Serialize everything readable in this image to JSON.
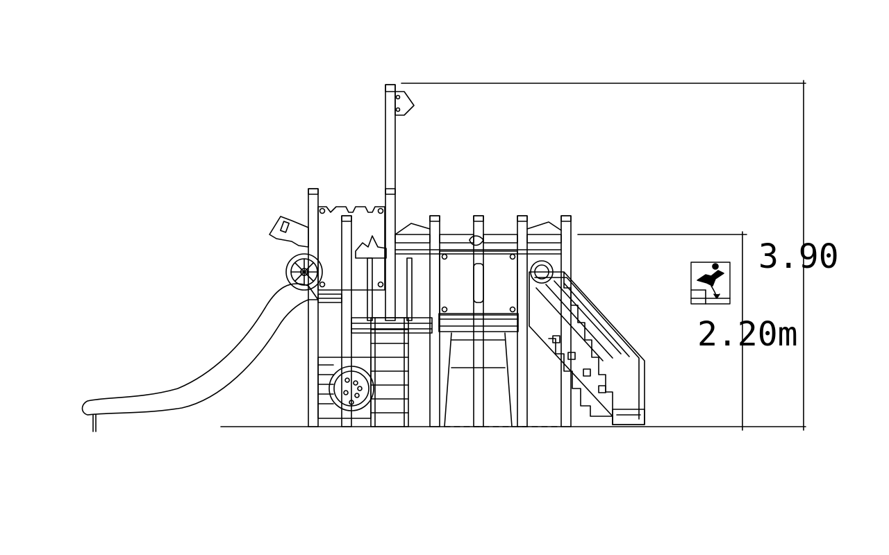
{
  "drawing": {
    "subject": "playground-structure-side-elevation",
    "total_height_label": "3.90",
    "fall_height_label": "2.20m",
    "colors": {
      "line": "#000000",
      "background": "#ffffff"
    },
    "icons": [
      "fall-height-pictogram-icon",
      "climbing-wall-icon",
      "steering-wheel-icon"
    ]
  }
}
